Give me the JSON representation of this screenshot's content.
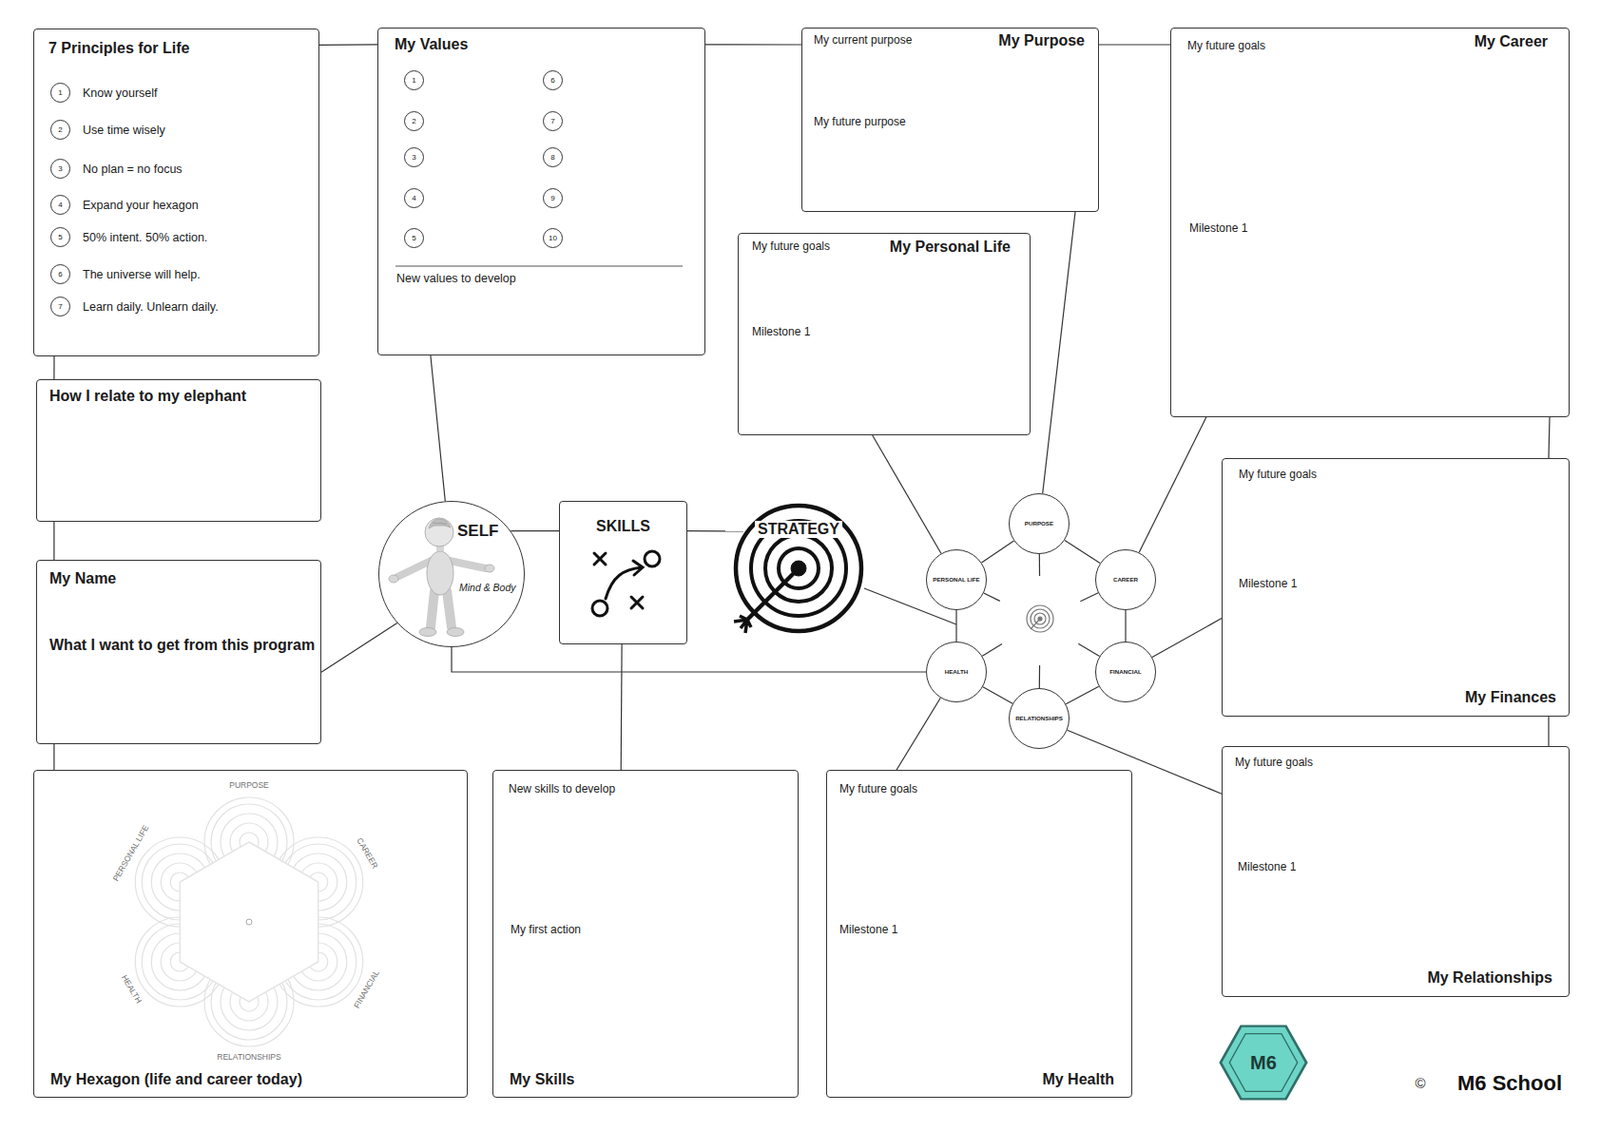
{
  "diagram": {
    "nodes": [
      {
        "text": [
          "7 Principles for Life"
        ]
      },
      {
        "text": [
          "1",
          "Know yourself"
        ],
        "in": 0
      },
      {
        "text": [
          "2",
          "Use time wisely"
        ],
        "in": 0
      },
      {
        "text": [
          "3",
          "No plan = no focus"
        ],
        "in": 0
      },
      {
        "text": [
          "4",
          "Expand your hexagon"
        ],
        "in": 0
      },
      {
        "text": [
          "5",
          "50% intent. 50% action."
        ],
        "in": 0
      },
      {
        "text": [
          "6",
          "The universe will help."
        ],
        "in": 0
      },
      {
        "text": [
          "7",
          "Learn daily. Unlearn daily."
        ],
        "in": 0
      },
      {
        "text": [
          "My Values",
          "New values to develop"
        ]
      },
      {
        "text": [
          "1"
        ],
        "in": 8
      },
      {
        "text": [
          "2"
        ],
        "in": 8
      },
      {
        "text": [
          "3"
        ],
        "in": 8
      },
      {
        "text": [
          "4"
        ],
        "in": 8
      },
      {
        "text": [
          "5"
        ],
        "in": 8
      },
      {
        "text": [
          "6"
        ],
        "in": 8
      },
      {
        "text": [
          "7"
        ],
        "in": 8
      },
      {
        "text": [
          "8"
        ],
        "in": 8
      },
      {
        "text": [
          "9"
        ],
        "in": 8
      },
      {
        "text": [
          "10"
        ],
        "in": 8
      },
      {
        "text": [
          "My current purpose",
          "My Purpose",
          "My future purpose"
        ]
      },
      {
        "text": [
          "My future goals",
          "My Career",
          "Milestone 1"
        ]
      },
      {
        "text": [
          "My future goals",
          "My Personal Life",
          "Milestone 1"
        ]
      },
      {
        "text": [
          "How I relate to my elephant"
        ]
      },
      {
        "text": [
          "My Name",
          "What I want to get from this program"
        ]
      },
      {
        "text": [
          "SELF",
          "Mind & Body"
        ]
      },
      {
        "text": [
          "SKILLS"
        ]
      },
      {
        "text": [
          "STRATEGY"
        ]
      },
      {
        "text": [
          "PURPOSE"
        ]
      },
      {
        "text": [
          "PERSONAL LIFE"
        ]
      },
      {
        "text": [
          "CAREER"
        ]
      },
      {
        "text": [
          "HEALTH"
        ]
      },
      {
        "text": [
          "FINANCIAL"
        ]
      },
      {
        "text": [
          "RELATIONSHIPS"
        ]
      },
      {
        "text": [
          "My future goals",
          "Milestone 1",
          "My Finances"
        ]
      },
      {
        "text": [
          "My future goals",
          "Milestone 1",
          "My Relationships"
        ]
      },
      {
        "text": [
          "My Hexagon (life and career today)"
        ]
      },
      {
        "text": [
          "New skills to develop",
          "My first action",
          "My Skills"
        ]
      },
      {
        "text": [
          "My future goals",
          "Milestone 1",
          "My Health"
        ]
      },
      {
        "text": [
          "M6"
        ]
      }
    ],
    "edges": [
      {
        "from": 0,
        "to": 8,
        "arrow": "none"
      },
      {
        "from": 8,
        "to": 19,
        "arrow": "none"
      },
      {
        "from": 19,
        "to": 20,
        "arrow": "none"
      },
      {
        "from": 0,
        "to": 22,
        "arrow": "none"
      },
      {
        "from": 22,
        "to": 23,
        "arrow": "none"
      },
      {
        "from": 23,
        "to": 35,
        "arrow": "none"
      },
      {
        "from": 8,
        "to": 24,
        "arrow": "none"
      },
      {
        "from": 23,
        "to": 24,
        "arrow": "none"
      },
      {
        "from": 24,
        "to": 25,
        "arrow": "none"
      },
      {
        "from": 25,
        "to": 26,
        "arrow": "none"
      },
      {
        "from": 25,
        "to": 36,
        "arrow": "none"
      },
      {
        "from": 24,
        "to": 30,
        "arrow": "none"
      },
      {
        "from": 27,
        "to": 28,
        "arrow": "none"
      },
      {
        "from": 27,
        "to": 29,
        "arrow": "none"
      },
      {
        "from": 29,
        "to": 31,
        "arrow": "none"
      },
      {
        "from": 31,
        "to": 32,
        "arrow": "none"
      },
      {
        "from": 32,
        "to": 30,
        "arrow": "none"
      },
      {
        "from": 30,
        "to": 28,
        "arrow": "none"
      },
      {
        "from": 21,
        "to": 28,
        "arrow": "none"
      },
      {
        "from": 19,
        "to": 27,
        "arrow": "none"
      },
      {
        "from": 20,
        "to": 29,
        "arrow": "none"
      },
      {
        "from": 33,
        "to": 31,
        "arrow": "none"
      },
      {
        "from": 34,
        "to": 32,
        "arrow": "none"
      },
      {
        "from": 37,
        "to": 30,
        "arrow": "none"
      },
      {
        "from": 20,
        "to": 33,
        "arrow": "none"
      },
      {
        "from": 33,
        "to": 34,
        "arrow": "none"
      }
    ],
    "labels": [
      "PURPOSE",
      "CAREER",
      "FINANCIAL",
      "RELATIONSHIPS",
      "HEALTH",
      "PERSONAL LIFE",
      "©",
      "M6 School"
    ]
  }
}
